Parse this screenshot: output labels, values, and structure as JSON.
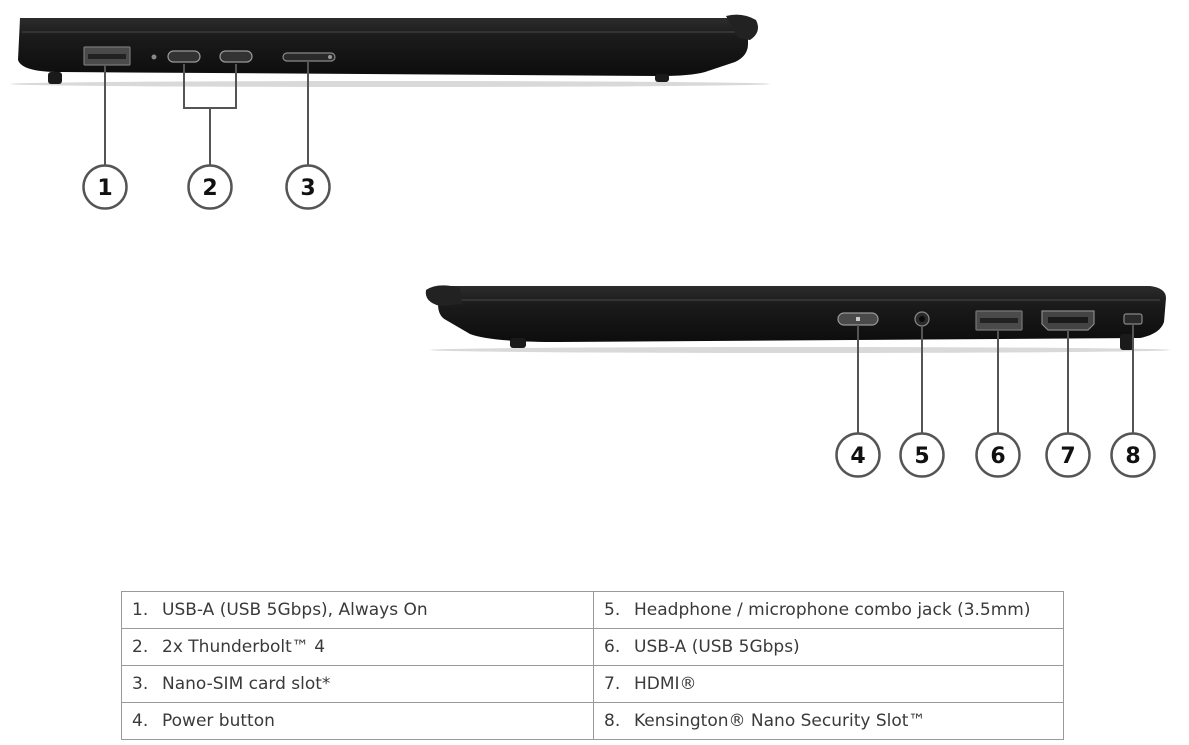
{
  "colors": {
    "chassis": "#1c1c1c",
    "chassis_edge": "#3a3a3a",
    "callout_line": "#555555",
    "table_border": "#9a9a9a",
    "table_text": "#3a3a3a"
  },
  "views": {
    "left_side": {
      "callouts": [
        "1",
        "2",
        "3"
      ]
    },
    "right_side": {
      "callouts": [
        "4",
        "5",
        "6",
        "7",
        "8"
      ]
    }
  },
  "ports": [
    {
      "num": "1.",
      "label": "USB-A (USB 5Gbps), Always On"
    },
    {
      "num": "2.",
      "label": "2x Thunderbolt™ 4"
    },
    {
      "num": "3.",
      "label": "Nano-SIM card slot*"
    },
    {
      "num": "4.",
      "label": "Power button"
    },
    {
      "num": "5.",
      "label": "Headphone / microphone combo jack (3.5mm)"
    },
    {
      "num": "6.",
      "label": "USB-A (USB 5Gbps)"
    },
    {
      "num": "7.",
      "label": "HDMI®"
    },
    {
      "num": "8.",
      "label": "Kensington® Nano Security Slot™"
    }
  ]
}
